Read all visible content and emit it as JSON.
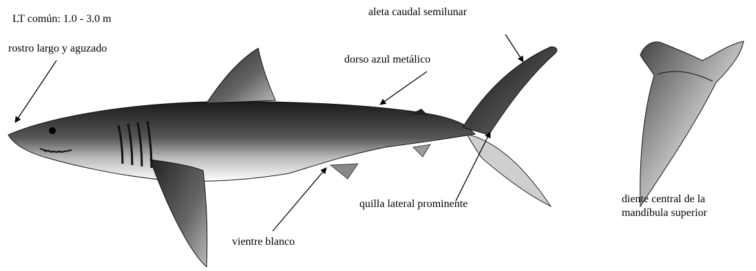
{
  "labels": {
    "size": "LT común: 1.0 - 3.0 m",
    "snout": "rostro largo y aguzado",
    "dorsum": "dorso azul metálico",
    "caudal": "aleta caudal semilunar",
    "keel": "quilla lateral prominente",
    "belly": "vientre blanco",
    "tooth_line1": "diente central de la",
    "tooth_line2": "mandíbula superior"
  },
  "colors": {
    "ink": "#000000",
    "dark_body": "#2a2a2a",
    "mid_body": "#7a7a7a",
    "light_body": "#d9d9d9"
  }
}
